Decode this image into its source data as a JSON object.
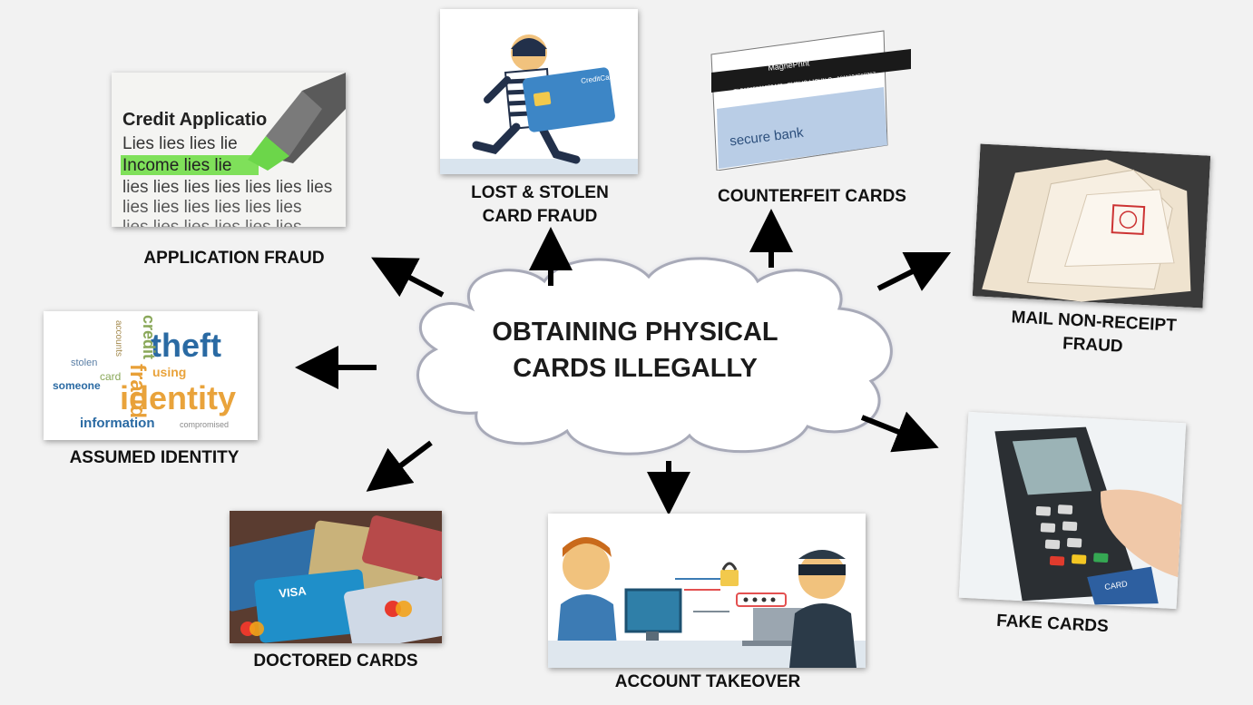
{
  "center": {
    "line1": "OBTAINING PHYSICAL",
    "line2": "CARDS ILLEGALLY"
  },
  "categories": {
    "application": {
      "label": "APPLICATION FRAUD",
      "heading": "Credit Applicatio",
      "line1": "Lies lies lies lie",
      "line2": "Income lies lie",
      "line3": "lies lies lies lies lies lies lies",
      "line4": "lies lies lies lies lies lies",
      "line5": "lies lies lies lies lies lies"
    },
    "lost": {
      "label1": "LOST & STOLEN",
      "label2": "CARD FRAUD",
      "card_text": "CreditCard"
    },
    "counterfeit": {
      "label": "COUNTERFEIT CARDS",
      "brand": "MagnePrint",
      "bank": "secure bank",
      "stripe": "TLB1205661925448 • PUBLIC / JOHN Q • 1011234568797"
    },
    "mail": {
      "label1": "MAIL NON-RECEIPT",
      "label2": "FRAUD"
    },
    "assumed": {
      "label": "ASSUMED IDENTITY",
      "w_theft": "theft",
      "w_identity": "identity",
      "w_fraud": "fraud",
      "w_credit": "credit",
      "w_information": "information",
      "w_using": "using",
      "w_stolen": "stolen",
      "w_someone": "someone",
      "w_card": "card",
      "w_accounts": "accounts",
      "w_compromised": "compromised"
    },
    "doctored": {
      "label": "DOCTORED CARDS",
      "brand": "VISA"
    },
    "takeover": {
      "label": "ACCOUNT TAKEOVER"
    },
    "fake": {
      "label": "FAKE CARDS",
      "card_text": "CARD"
    }
  },
  "colors": {
    "background": "#f2f2f2",
    "arrow": "#000000",
    "cloud_outline": "#a8aab8",
    "highlight_green": "#7fe05a"
  }
}
